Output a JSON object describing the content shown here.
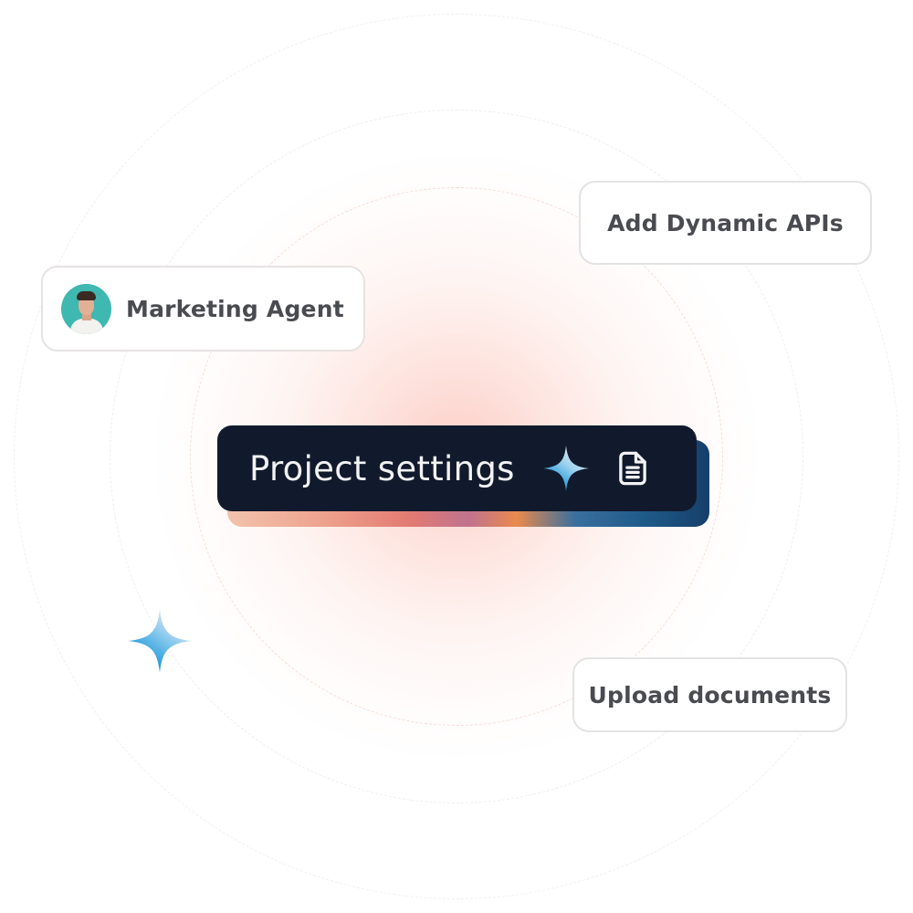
{
  "main_pill": {
    "label": "Project settings",
    "icons": [
      "sparkle-icon",
      "document-icon"
    ],
    "background": "#111a2c",
    "text_color": "#f1f2f4"
  },
  "chips": {
    "agent": {
      "label": "Marketing Agent",
      "avatar": "user-avatar"
    },
    "apis": {
      "label": "Add Dynamic APIs"
    },
    "upload": {
      "label": "Upload documents"
    }
  },
  "decorations": {
    "floating_icon": "sparkle-icon",
    "sparkle_colors": [
      "#e9e4ee",
      "#7cc8ee",
      "#1593d6"
    ],
    "glow_color": "#fcbeb4",
    "ring_count": 3
  }
}
